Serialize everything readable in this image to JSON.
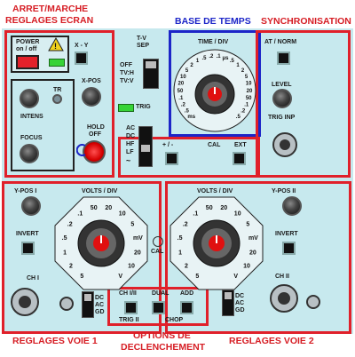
{
  "section_labels": {
    "arret_marche": "ARRET/MARCHE",
    "reglages_ecran": "REGLAGES ECRAN",
    "base_de_temps": "BASE DE TEMPS",
    "synchronisation": "SYNCHRONISATION",
    "reglages_voie1": "REGLAGES VOIE 1",
    "options_line1": "OPTIONS DE",
    "options_line2": "DECLENCHEMENT",
    "reglages_voie2": "REGLAGES VOIE 2"
  },
  "controls": {
    "power": "POWER",
    "on_off": "on / off",
    "xy": "X - Y",
    "xpos": "X-POS",
    "tr": "TR",
    "intens": "INTENS",
    "focus": "FOCUS",
    "hold_off_1": "HOLD",
    "hold_off_2": "OFF",
    "tv_sep_1": "T-V",
    "tv_sep_2": "SEP",
    "tv_opts": [
      "OFF",
      "TV:H",
      "TV:V"
    ],
    "trig": "TRIG",
    "time_div": "TIME / DIV",
    "at_norm": "AT / NORM",
    "level": "LEVEL",
    "trig_inp": "TRIG INP",
    "coupling_trig": [
      "AC",
      "DC",
      "HF",
      "LF",
      "~"
    ],
    "plus_minus": "+ / -",
    "cal": "CAL",
    "ext": "EXT",
    "ypos1": "Y-POS I",
    "ypos2": "Y-POS II",
    "volts_div": "VOLTS / DIV",
    "invert": "INVERT",
    "ch1": "CH I",
    "ch2": "CH II",
    "cal_center": "CAL",
    "coupling_ch": [
      "DC",
      "AC",
      "GD"
    ],
    "ch1_ch2": "CH I/II",
    "dual": "DUAL",
    "add": "ADD",
    "trig_ii": "TRIG II",
    "chop": "CHOP"
  },
  "time_div_scale": [
    "ms",
    ".5",
    ".2",
    ".1",
    "50",
    "20",
    "10",
    "5",
    "2",
    "1",
    ".5",
    ".2",
    ".1",
    "μs",
    ".5",
    "1",
    "2",
    "5",
    "10",
    "20",
    "50",
    ".1",
    ".2",
    ".5"
  ],
  "volts_div_scale": [
    "5",
    "2",
    "1",
    ".5",
    ".2",
    ".1",
    "50",
    "20",
    "10",
    "5",
    "mV",
    "20",
    "10",
    "V"
  ],
  "colors": {
    "panel": "#c7e9ee",
    "section_red": "#e0202a",
    "timebase_blue": "#1c25c8",
    "knob_red": "#e01010"
  }
}
